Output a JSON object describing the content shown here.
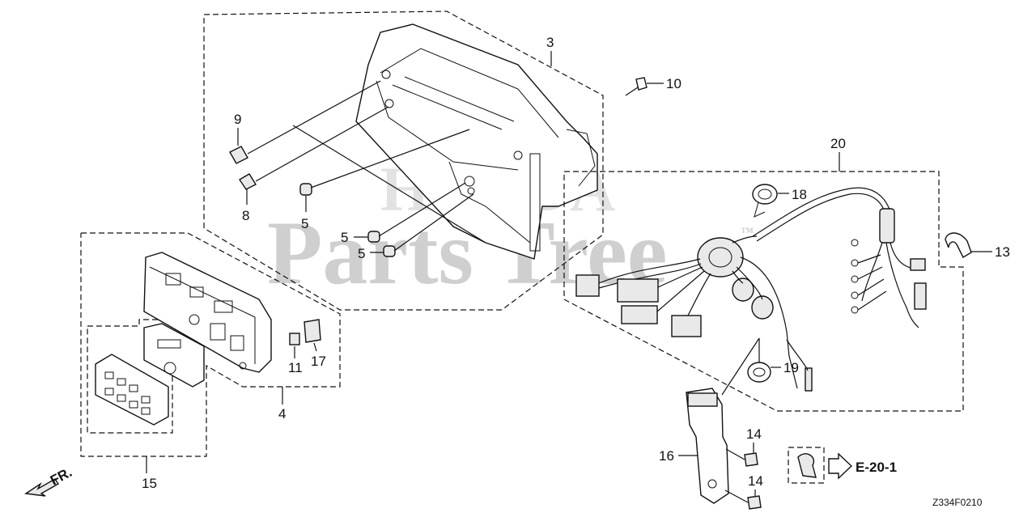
{
  "watermark": {
    "brand": "Parts Tree",
    "trademark": "™"
  },
  "callouts": {
    "c3": "3",
    "c4": "4",
    "c5a": "5",
    "c5b": "5",
    "c5c": "5",
    "c8": "8",
    "c9": "9",
    "c10": "10",
    "c11": "11",
    "c13": "13",
    "c14a": "14",
    "c14b": "14",
    "c15": "15",
    "c16": "16",
    "c17": "17",
    "c18": "18",
    "c19": "19",
    "c20": "20"
  },
  "reference": {
    "label": "E-20-1"
  },
  "direction": {
    "label": "FR."
  },
  "drawing_code": "Z334F0210"
}
